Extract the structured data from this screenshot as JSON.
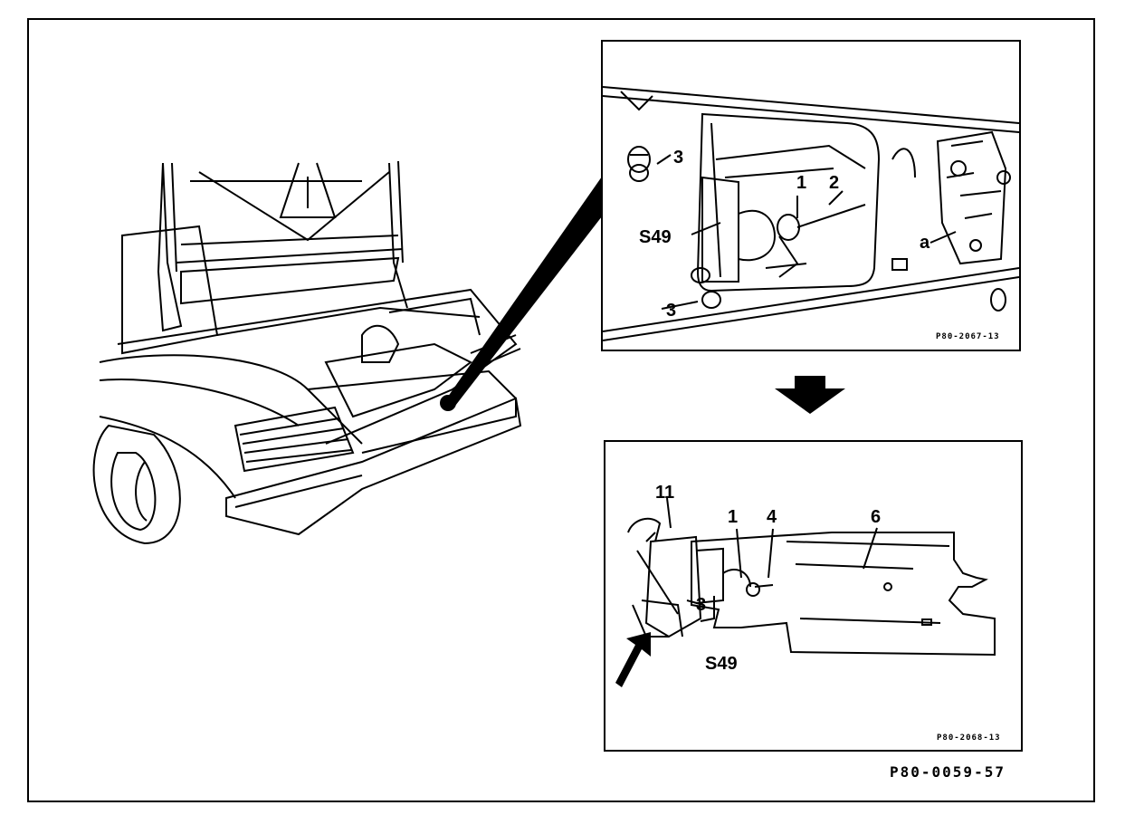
{
  "figure_code": "P80-0059-57",
  "detail_top": {
    "code": "P80-2067-13",
    "labels": {
      "three_upper": "3",
      "one": "1",
      "two": "2",
      "s49": "S49",
      "three_lower": "3",
      "a": "a"
    }
  },
  "detail_bottom": {
    "code": "P80-2068-13",
    "labels": {
      "eleven": "11",
      "one": "1",
      "four": "4",
      "six": "6",
      "three": "3",
      "s49": "S49"
    }
  },
  "caption": "",
  "icons": [
    "down-arrow-icon",
    "pointer-arrow-icon"
  ]
}
